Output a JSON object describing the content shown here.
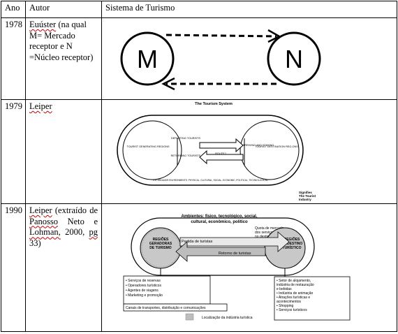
{
  "table": {
    "headers": [
      "Ano",
      "Autor",
      "Sistema de Turismo"
    ],
    "rows": [
      {
        "ano": "1978",
        "autor_name": "Euúster",
        "autor_rest": " (na qual M= Mercado receptor e N =Núcleo receptor)",
        "figure": {
          "node_left": "M",
          "node_right": "N"
        }
      },
      {
        "ano": "1979",
        "autor_name": "Leiper",
        "figure": {
          "title": "The Tourism System",
          "generating": "TOURIST GENERATING REGIONS",
          "departing": "DEPARTING TOURISTS",
          "returning": "RETURNING TOURISTS",
          "transit": "TRANSIT",
          "route": "ROUTE?",
          "arriving": "TOURISTS ARRIVING AND STAYING",
          "destination": "TOURIST DESTINATION REG-ONS",
          "environment": "THE BROADER ENVIRONMENTS: PHYSICAL, CULTURAL, SOCIAL, ECONOMIC, POLITICAL, TECHNOLOGICAL",
          "caption_1": "Signifies",
          "caption_2": "The Tourist",
          "caption_3": "Industry"
        }
      },
      {
        "ano": "1990",
        "autor_line1_a": "Leiper",
        "autor_line1_b": "(extraído de",
        "autor_line2_a": "Panosso",
        "autor_line2_b": "Neto",
        "autor_line2_c": "e",
        "autor_line3_a": "Lohman,",
        "autor_line3_b": "2000,",
        "autor_line3_c": "pg",
        "autor_line4": "33)",
        "figure": {
          "ambientes_1": "Ambientes: físico, tecnológico, social,",
          "ambientes_2": "cultural, econômico, político",
          "quota_1": "Quota de mercado",
          "quota_2": "dos serviços de lazer",
          "quota_3": "no destino",
          "geradoras_1": "REGIÕES",
          "geradoras_2": "GERADORAS",
          "geradoras_3": "DE TURISMO",
          "destino_1": "REGIÕES",
          "destino_2": "DE DESTINO",
          "destino_3": "TURÍSTICO",
          "partida": "Partida de turistas",
          "retorno": "Retorno de turistas",
          "left_box": [
            "• Serviços de reservas",
            "• Operadores turísticos",
            "• Agentes de viagens",
            "• Marketing e promoção"
          ],
          "canais": "Canais de transportes, distribuição e comunicações",
          "right_box": [
            "• Setor de alojamento,",
            "  indústria de restauração",
            "  e bebidas",
            "• Indústria de animação",
            "• Atrações turísticas e",
            "  acontecimentos",
            "• Shopping",
            "• Serviços turísticos"
          ],
          "legend": "Localização da indústria turística"
        }
      }
    ]
  }
}
